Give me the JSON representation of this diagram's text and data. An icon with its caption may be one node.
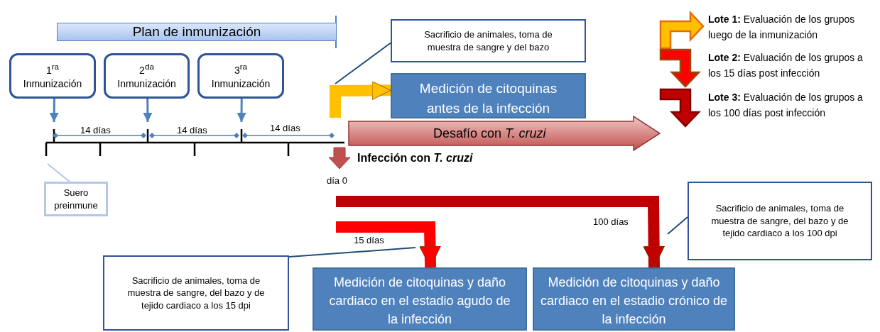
{
  "diagram": {
    "nodes": [
      {
        "text": [
          "Plan de inmunización"
        ]
      },
      {
        "text": [
          "1$^{ra}$ Inmunización"
        ]
      },
      {
        "text": [
          "2$^{da}$ Inmunización"
        ]
      },
      {
        "text": [
          "3$^{ra}$ Inmunización"
        ]
      },
      {
        "text": [
          "Suero preinmune"
        ]
      },
      {
        "text": [
          "Sacrificio de animales, toma de muestra de sangre y del bazo"
        ]
      },
      {
        "text": [
          "Medición de citoquinas antes de la infección"
        ]
      },
      {
        "text": [
          "Desafío con *T. cruzi*"
        ]
      },
      {
        "text": [
          "Sacrificio de animales, toma de muestra de sangre, del bazo y de tejido cardiaco a los 100 dpi"
        ]
      },
      {
        "text": [
          "Sacrificio de animales, toma de muestra de sangre, del bazo y de tejido cardiaco a los 15 dpi"
        ]
      },
      {
        "text": [
          "Medición de citoquinas y daño cardiaco en el estadio agudo de la infección"
        ]
      },
      {
        "text": [
          "Medición de citoquinas y daño cardiaco en el estadio crónico de la infección"
        ]
      }
    ],
    "edges": [
      {
        "from": 1,
        "to": null,
        "arrow": "to"
      },
      {
        "from": 2,
        "to": null,
        "arrow": "to"
      },
      {
        "from": 3,
        "to": null,
        "arrow": "to"
      },
      {
        "from": 4,
        "to": null,
        "arrow": "none",
        "color": "#b4c7e7"
      },
      {
        "from": 5,
        "to": null,
        "arrow": "none",
        "color": "#1f4e79"
      },
      {
        "from": null,
        "to": 6,
        "arrow": "to",
        "style": "thick",
        "color": "#ffc000"
      },
      {
        "from": null,
        "to": 10,
        "arrow": "to",
        "style": "thick",
        "color": "#ff0000",
        "label": "15 días"
      },
      {
        "from": null,
        "to": 11,
        "arrow": "to",
        "style": "thick",
        "color": "#c00000",
        "label": "100 días"
      },
      {
        "from": 9,
        "to": null,
        "arrow": "none",
        "color": "#1f4e79"
      },
      {
        "from": 8,
        "to": null,
        "arrow": "none",
        "color": "#1f4e79"
      }
    ],
    "labels": [
      "14 días",
      "14 días",
      "14 días",
      "Infección con *T. cruzi*",
      "día 0"
    ],
    "legend": [
      {
        "text": "**Lote 1:** Evaluación de los grupos luego de la inmunización"
      },
      {
        "text": "**Lote 2:** Evaluación de los grupos a los 15 días post infección"
      },
      {
        "text": "**Lote 3:** Evaluación de los grupos a los 100 días post infección"
      }
    ]
  }
}
